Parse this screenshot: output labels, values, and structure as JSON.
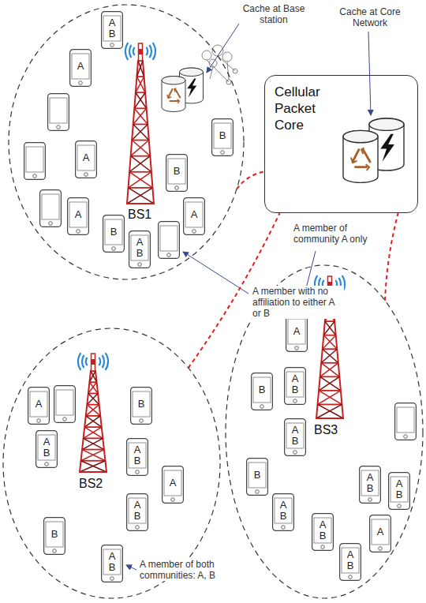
{
  "diagram": {
    "nodes": [
      {
        "text": [
          "BS1"
        ]
      },
      {
        "text": [
          "A B"
        ],
        "in": 0
      },
      {
        "text": [
          "A"
        ],
        "in": 0
      },
      {
        "text": [
          "A"
        ],
        "in": 0
      },
      {
        "text": [
          "B"
        ],
        "in": 0
      },
      {
        "text": [
          "B"
        ],
        "in": 0
      },
      {
        "text": [
          "A"
        ],
        "in": 0
      },
      {
        "text": [
          "B"
        ],
        "in": 0
      },
      {
        "text": [
          "A B"
        ],
        "in": 0
      },
      {
        "text": [
          "A"
        ],
        "in": 0
      },
      {
        "text": [
          "Cellular Packet Core"
        ]
      },
      {
        "text": [
          "BS2"
        ]
      },
      {
        "text": [
          "A"
        ],
        "in": 11
      },
      {
        "text": [
          "B"
        ],
        "in": 11
      },
      {
        "text": [
          "A B"
        ],
        "in": 11
      },
      {
        "text": [
          "A B"
        ],
        "in": 11
      },
      {
        "text": [
          "A"
        ],
        "in": 11
      },
      {
        "text": [
          "A B"
        ],
        "in": 11
      },
      {
        "text": [
          "B"
        ],
        "in": 11
      },
      {
        "text": [
          "A B"
        ],
        "in": 11
      },
      {
        "text": [
          "BS3"
        ]
      },
      {
        "text": [
          "A"
        ],
        "in": 20
      },
      {
        "text": [
          "B"
        ],
        "in": 20
      },
      {
        "text": [
          "A B"
        ],
        "in": 20
      },
      {
        "text": [
          "A B"
        ],
        "in": 20
      },
      {
        "text": [
          "B"
        ],
        "in": 20
      },
      {
        "text": [
          "A B"
        ],
        "in": 20
      },
      {
        "text": [
          "A B"
        ],
        "in": 20
      },
      {
        "text": [
          "A B"
        ],
        "in": 20
      },
      {
        "text": [
          "A B"
        ],
        "in": 20
      },
      {
        "text": [
          "A"
        ],
        "in": 20
      },
      {
        "text": [
          "A B"
        ],
        "in": 20
      }
    ],
    "edges": [
      {
        "from": 0,
        "to": 10,
        "arrow": "none"
      },
      {
        "from": 11,
        "to": 10,
        "arrow": "none"
      },
      {
        "from": 20,
        "to": 10,
        "arrow": "none"
      }
    ],
    "labels": [
      "Cache at Base station",
      "Cache at Core Network",
      "A member of community A only",
      "A member with no affiliation to either A or B",
      "A member of both communities: A, B"
    ]
  }
}
